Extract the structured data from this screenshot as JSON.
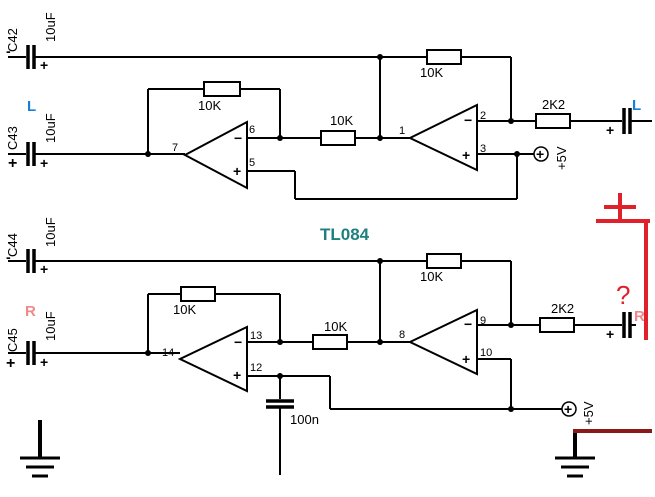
{
  "chip": {
    "label": "TL084",
    "color": "#1f7f7f"
  },
  "channel_colors": {
    "left": "#1a7fd6",
    "right": "#f08a8a",
    "annotation": "#e0202a",
    "annotation_dark": "#8a1a1a"
  },
  "capacitors": {
    "c42": {
      "name": "C42",
      "value": "10uF",
      "pos": "+",
      "neg": "-"
    },
    "c43": {
      "name": "C43",
      "value": "10uF",
      "pos": "+",
      "channel": "L"
    },
    "c44": {
      "name": "C44",
      "value": "10uF",
      "pos": "+",
      "neg": "-"
    },
    "c45": {
      "name": "C45",
      "value": "10uF",
      "pos": "+",
      "channel": "R"
    },
    "out_top": {
      "pos": "+",
      "channel": "L"
    },
    "out_bottom": {
      "pos": "+",
      "channel": "R"
    },
    "decoupling": {
      "value": "100n"
    }
  },
  "resistors": {
    "top_feedback_1": "10K",
    "top_series": "10K",
    "top_feedback_2": "10K",
    "top_output": "2K2",
    "bottom_feedback_1": "10K",
    "bottom_series": "10K",
    "bottom_feedback_2": "10K",
    "bottom_output": "2K2"
  },
  "opamps": {
    "a1": {
      "out": "7",
      "inv": "6",
      "noninv": "5",
      "minus": "−",
      "plus": "+"
    },
    "a2": {
      "out": "1",
      "inv": "2",
      "noninv": "3",
      "minus": "−",
      "plus": "+"
    },
    "a3": {
      "out": "14",
      "inv": "13",
      "noninv": "12",
      "minus": "−",
      "plus": "+"
    },
    "a4": {
      "out": "8",
      "inv": "9",
      "noninv": "10",
      "minus": "−",
      "plus": "+"
    }
  },
  "supply": {
    "top": "+5V",
    "bottom": "+5V",
    "symbol": "+"
  },
  "annotations": {
    "question": "?"
  }
}
